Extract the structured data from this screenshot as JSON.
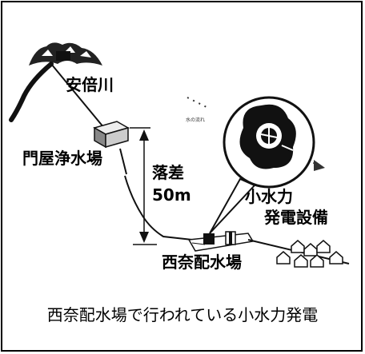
{
  "labels": {
    "river": "安倍川",
    "purification_plant": "門屋浄水場",
    "drop_title": "落差",
    "drop_value": "50m",
    "hydro_line1": "小水力",
    "hydro_line2": "発電設備",
    "distribution_plant": "西奈配水場"
  },
  "caption": "西奈配水場で行われている小水力発電",
  "icons": [
    "mountain-icon",
    "purification-plant-icon",
    "turbine-detail-icon",
    "distribution-plant-icon",
    "house-icon"
  ]
}
